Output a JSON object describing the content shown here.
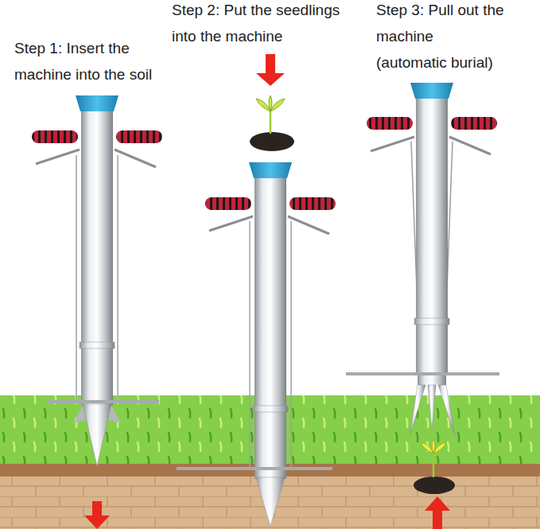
{
  "diagram": {
    "labels": [
      "Step 1: Insert the machine into the soil",
      "Step 2: Put the seedlings into the machine",
      "Step 3: Pull out the machine (automatic burial)"
    ]
  }
}
